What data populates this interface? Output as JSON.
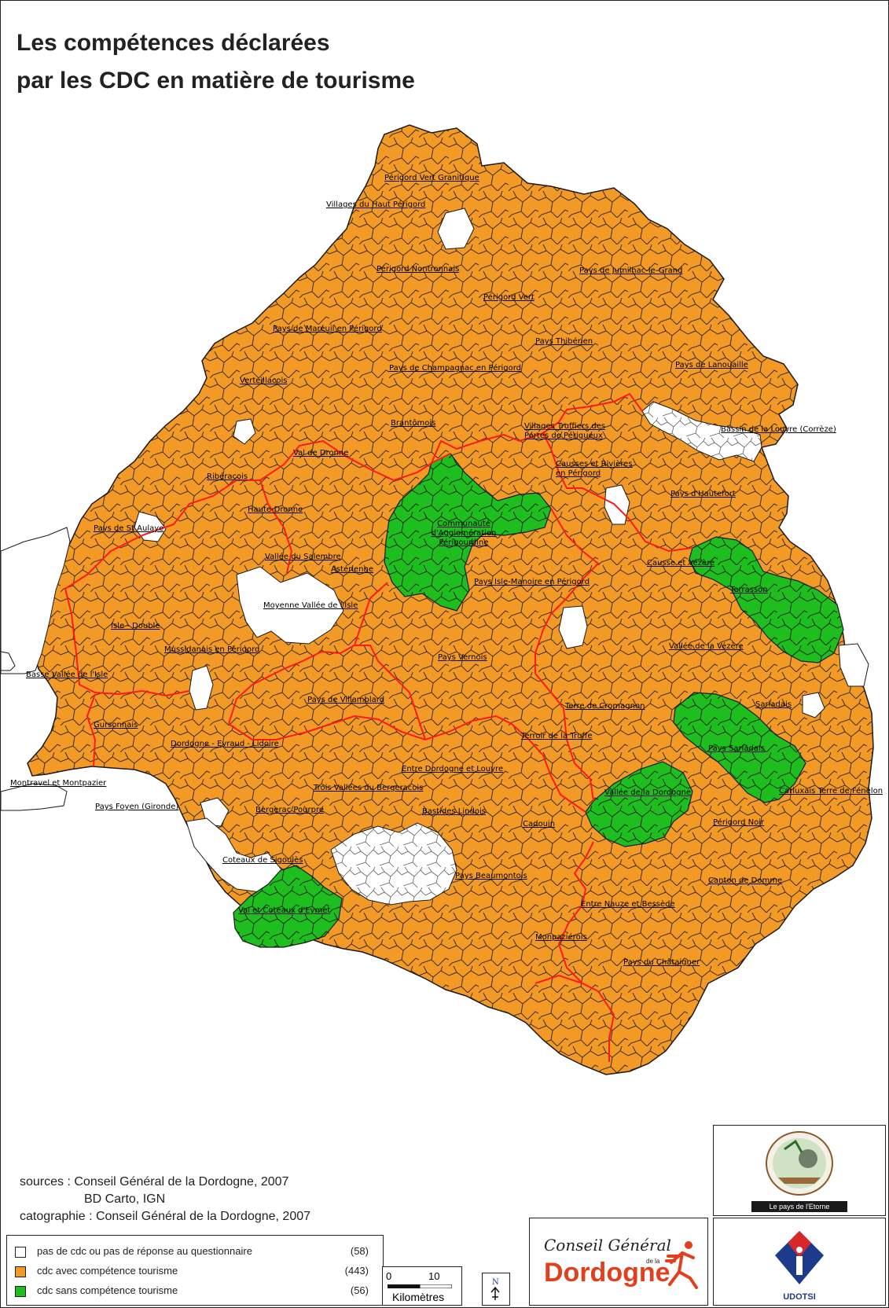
{
  "title_line1": "Les compétences déclarées",
  "title_line2": "par les CDC en matière de tourisme",
  "colors": {
    "orange": "#f39a26",
    "green": "#1dbe1d",
    "white": "#ffffff",
    "red_boundary": "#ff1a1a"
  },
  "labels": [
    "Périgord Vert Granitique",
    "Villages du Haut Périgord",
    "Périgord Nontronnais",
    "Pays de Jumilhac-le-Grand",
    "Périgord Vert",
    "Pays de Mareuil en Périgord",
    "Pays Thibérien",
    "Pays de Lanouaille",
    "Pays de Champagnac en Périgord",
    "Verteillacois",
    "Brantômois",
    "Villages Truffiers des Portes de Périgueux",
    "Bassin de la Louyre (Corrèze)",
    "Val de Dronne",
    "Causses et Rivières en Périgord",
    "Ribéracois",
    "Pays d'Hautefort",
    "Haute-Dronne",
    "Pays de St Aulaye",
    "Communauté d'Agglomération Périgourdine",
    "Vallée du Salembre",
    "Causse et Vézère",
    "Astérienne",
    "Pays Isle-Manoire en Périgord",
    "Terrasson",
    "Moyenne Vallée de l'Isle",
    "Isle - Double",
    "Pays Vernois",
    "Vallée de la Vézère",
    "Mussidanais en Périgord",
    "Basse Vallée de l'Isle",
    "Pays de Villamblard",
    "Terre de Cromagnon",
    "Sarladais",
    "Gursonnais",
    "Terroir de la Truffe",
    "Pays Sarladais",
    "Dordogne - Eyraud - Lidoire",
    "Entre Dordogne et Louyre",
    "Montravel et Montpazier",
    "Trois Vallées du Bergeracois",
    "Vallée de la Dordogne",
    "Carluxais Terre de Fénelon",
    "Pays Foyen (Gironde)",
    "Bergerac Pourpre",
    "Bastides Lindois",
    "Cadouin",
    "Périgord Noir",
    "Coteaux de Sigoulès",
    "Pays Beaumontois",
    "Canton de Domme",
    "Val et Coteaux d'Eymet",
    "Entre Nauze et Bessède",
    "Monpaziérois",
    "Pays du Châtaigner"
  ],
  "sources": {
    "line1": "sources : Conseil Général de la Dordogne, 2007",
    "line2": "BD Carto, IGN",
    "line3": "catographie : Conseil Général de la Dordogne, 2007"
  },
  "legend": [
    {
      "label": "pas de cdc ou pas de réponse au questionnaire",
      "count": "(58)",
      "color": "#ffffff"
    },
    {
      "label": "cdc avec compétence tourisme",
      "count": "(443)",
      "color": "#f39a26"
    },
    {
      "label": "cdc sans compétence tourisme",
      "count": "(56)",
      "color": "#1dbe1d"
    }
  ],
  "scale": {
    "zero": "0",
    "ten": "10",
    "unit": "Kilomètres"
  },
  "north": "N",
  "logos": {
    "cg_line1": "Conseil Général",
    "cg_small": "de la",
    "cg_line2": "Dordogne",
    "etorne_caption": "Le pays de l'Etorne",
    "udotsi": "UDOTSI"
  }
}
